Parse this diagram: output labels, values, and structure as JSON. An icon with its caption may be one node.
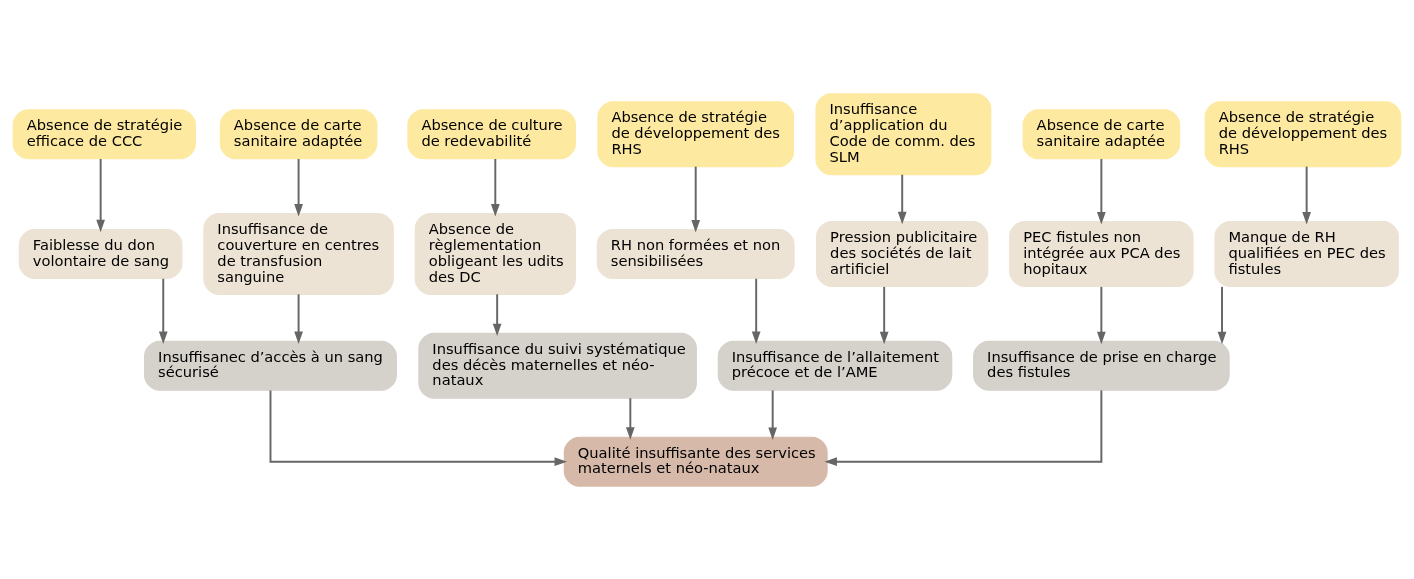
{
  "diagram": {
    "nodes": [
      {
        "text": [
          "Absence de stratégie efficace de CCC"
        ]
      },
      {
        "text": [
          "Absence de carte sanitaire adaptée"
        ]
      },
      {
        "text": [
          "Absence de culture de redevabilité"
        ]
      },
      {
        "text": [
          "Absence de stratégie de développement des RHS"
        ]
      },
      {
        "text": [
          "Insuffisance d’application du Code de comm. des SLM"
        ]
      },
      {
        "text": [
          "Absence de carte sanitaire adaptée"
        ]
      },
      {
        "text": [
          "Absence de stratégie de développement des RHS"
        ]
      },
      {
        "text": [
          "Faiblesse du don volontaire de sang"
        ]
      },
      {
        "text": [
          "Insuffisance de couverture en centres de transfusion sanguine"
        ]
      },
      {
        "text": [
          "Absence de règlementation obligeant les udits des DC"
        ]
      },
      {
        "text": [
          "RH non formées et non sensibilisées"
        ]
      },
      {
        "text": [
          "Pression publicitaire des sociétés de lait artificiel"
        ]
      },
      {
        "text": [
          "PEC fistules non intégrée aux PCA des hopitaux"
        ]
      },
      {
        "text": [
          "Manque de RH qualifiées en PEC des fistules"
        ]
      },
      {
        "text": [
          "Insuffisanec d’accès à un sang sécurisé"
        ]
      },
      {
        "text": [
          "Insuffisance du suivi systématique des décès maternelles et néo-nataux"
        ]
      },
      {
        "text": [
          "Insuffisance de l’allaitement précoce et de l’AME"
        ]
      },
      {
        "text": [
          "Insuffisance de prise en charge des fistules"
        ]
      },
      {
        "text": [
          "Qualité insuffisante des services maternels et néo-nataux"
        ]
      }
    ],
    "edges": [
      {
        "from": 0,
        "to": 7,
        "arrow": "to"
      },
      {
        "from": 1,
        "to": 8,
        "arrow": "to"
      },
      {
        "from": 2,
        "to": 9,
        "arrow": "to"
      },
      {
        "from": 3,
        "to": 10,
        "arrow": "to"
      },
      {
        "from": 4,
        "to": 11,
        "arrow": "to"
      },
      {
        "from": 5,
        "to": 12,
        "arrow": "to"
      },
      {
        "from": 6,
        "to": 13,
        "arrow": "to"
      },
      {
        "from": 7,
        "to": 14,
        "arrow": "to"
      },
      {
        "from": 8,
        "to": 14,
        "arrow": "to"
      },
      {
        "from": 9,
        "to": 15,
        "arrow": "to"
      },
      {
        "from": 10,
        "to": 16,
        "arrow": "to"
      },
      {
        "from": 11,
        "to": 16,
        "arrow": "to"
      },
      {
        "from": 12,
        "to": 17,
        "arrow": "to"
      },
      {
        "from": 13,
        "to": 17,
        "arrow": "to"
      },
      {
        "from": 14,
        "to": 18,
        "arrow": "to"
      },
      {
        "from": 15,
        "to": 18,
        "arrow": "to"
      },
      {
        "from": 16,
        "to": 18,
        "arrow": "to"
      },
      {
        "from": 17,
        "to": 18,
        "arrow": "to"
      }
    ]
  }
}
